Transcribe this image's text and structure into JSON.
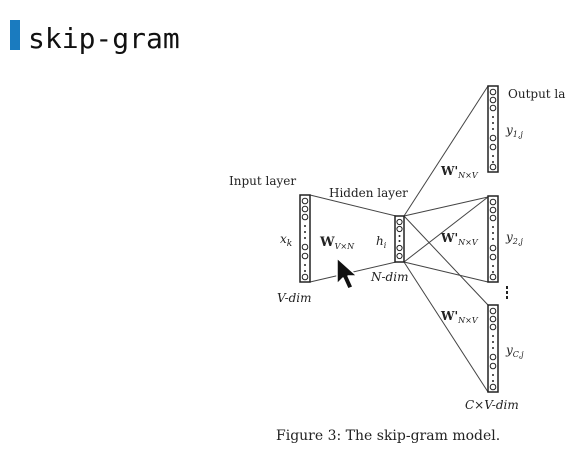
{
  "slide": {
    "title": "skip-gram",
    "accent_color": "#1a7bbf"
  },
  "figure": {
    "caption": "Figure 3: The skip-gram model.",
    "input_layer_label": "Input layer",
    "hidden_layer_label": "Hidden layer",
    "output_layer_label": "Output la",
    "input_var": "x",
    "input_var_sub": "k",
    "hidden_var": "h",
    "hidden_var_sub": "i",
    "w_input_label": "W",
    "w_input_sub": "V×N",
    "w_output_label": "W'",
    "w_output_sub": "N×V",
    "output_1": "y",
    "output_1_sub": "1,j",
    "output_2": "y",
    "output_2_sub": "2,j",
    "output_c": "y",
    "output_c_sub": "C,j",
    "input_dim": "V-dim",
    "hidden_dim": "N-dim",
    "output_dim": "C×V-dim"
  },
  "cursor": {
    "icon": "mouse-pointer-icon"
  }
}
